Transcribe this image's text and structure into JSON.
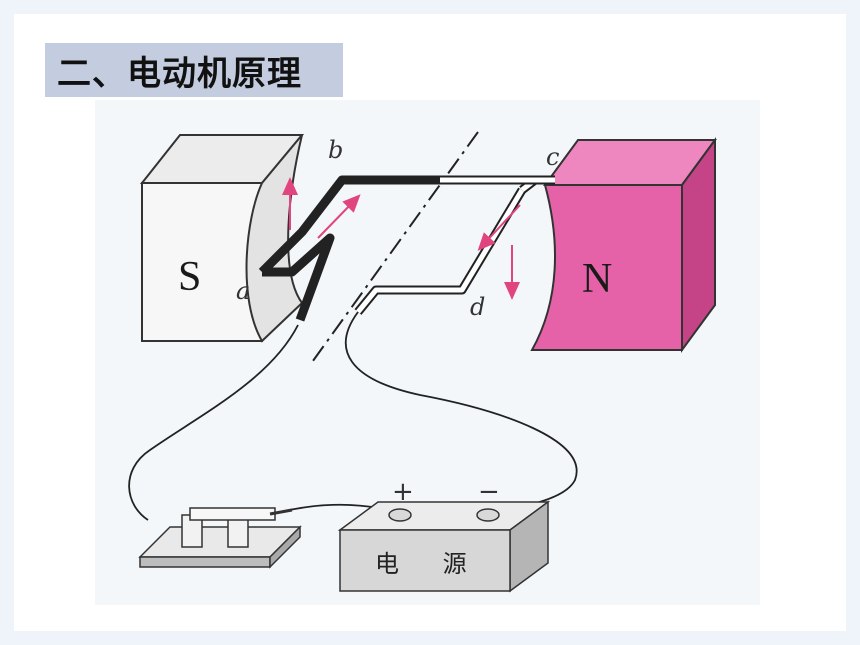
{
  "title": "二、电动机原理",
  "diagram": {
    "magnet_s_label": "S",
    "magnet_n_label": "N",
    "point_a": "a",
    "point_b": "b",
    "point_c": "c",
    "point_d": "d",
    "battery_plus": "+",
    "battery_minus": "−",
    "battery_label": "电 源",
    "colors": {
      "n_magnet": "#e562a8",
      "n_magnet_dark": "#c44487",
      "arrow": "#e0457f",
      "s_magnet": "#f3f3f3",
      "battery": "#d7d7d7",
      "background_tint": "#eef4f9"
    },
    "icons": [
      "s-magnet-icon",
      "n-magnet-icon",
      "coil-icon",
      "switch-icon",
      "battery-icon"
    ]
  }
}
